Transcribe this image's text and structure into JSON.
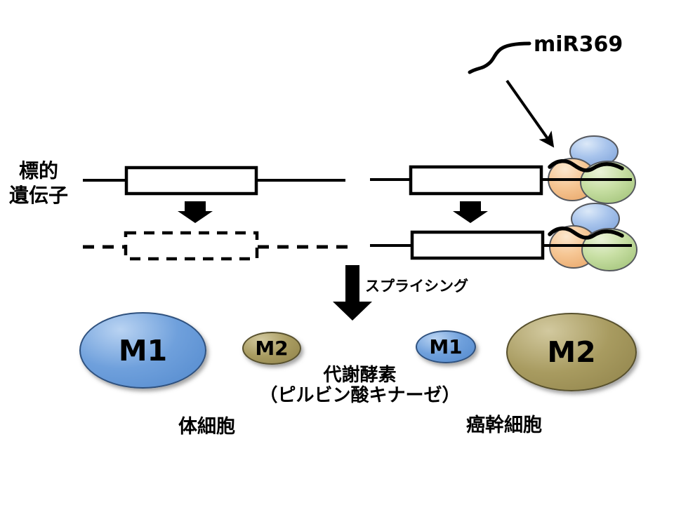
{
  "diagram": {
    "mirna": {
      "label": "miR369"
    },
    "target_gene": {
      "label_line1": "標的",
      "label_line2": "遺伝子"
    },
    "splicing": {
      "label": "スプライシング"
    },
    "enzyme": {
      "line1": "代謝酵素",
      "line2": "（ピルビン酸キナーゼ）"
    },
    "cells": {
      "somatic": "体細胞",
      "cancer_stem": "癌幹細胞"
    },
    "isoforms": {
      "somatic_major": "M1",
      "somatic_minor": "M2",
      "cancer_minor": "M1",
      "cancer_major": "M2"
    },
    "colors": {
      "m1_blue": "#5e96d8",
      "m2_olive": "#a89b60",
      "complex_blue": "#a8c4ec",
      "complex_orange": "#f6c795",
      "complex_green": "#c8dfa4",
      "line": "#000000"
    }
  }
}
